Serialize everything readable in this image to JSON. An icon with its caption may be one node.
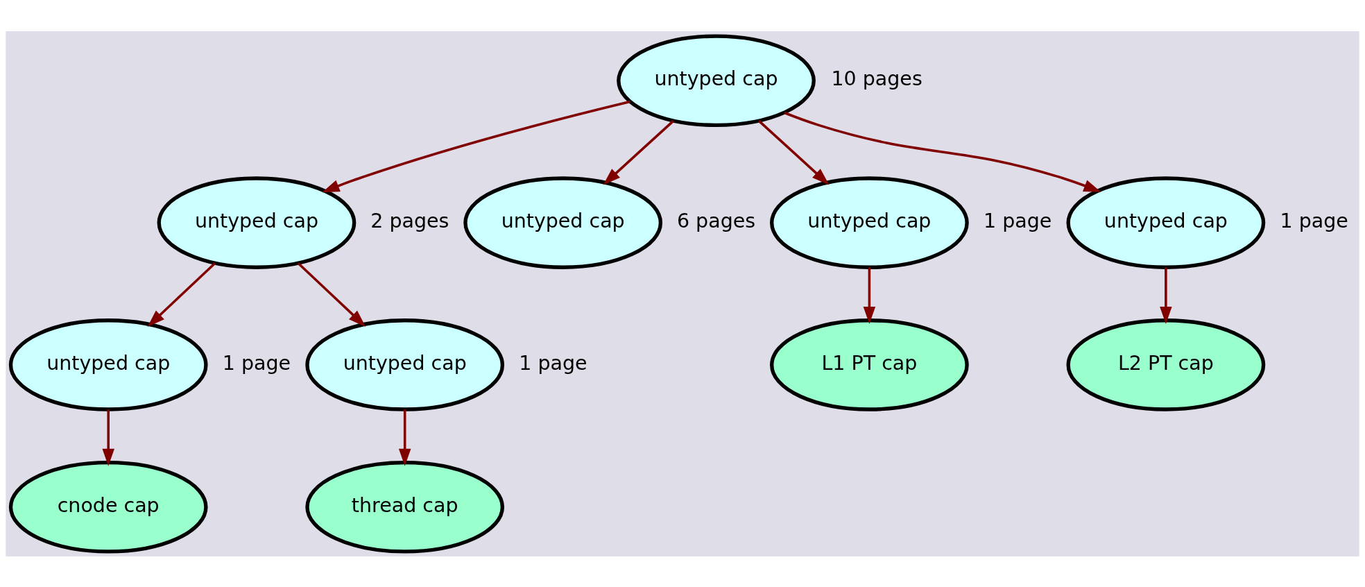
{
  "diagram": {
    "nodes": [
      {
        "text": [
          "untyped cap"
        ],
        "beside": [
          "10 pages"
        ]
      },
      {
        "text": [
          "untyped cap"
        ],
        "beside": [
          "2 pages"
        ]
      },
      {
        "text": [
          "untyped cap"
        ],
        "beside": [
          "6 pages"
        ]
      },
      {
        "text": [
          "untyped cap"
        ],
        "beside": [
          "1 page"
        ]
      },
      {
        "text": [
          "untyped cap"
        ],
        "beside": [
          "1 page"
        ]
      },
      {
        "text": [
          "untyped cap"
        ],
        "beside": [
          "1 page"
        ]
      },
      {
        "text": [
          "untyped cap"
        ],
        "beside": [
          "1 page"
        ]
      },
      {
        "text": [
          "L1 PT cap"
        ]
      },
      {
        "text": [
          "L2 PT cap"
        ]
      },
      {
        "text": [
          "cnode cap"
        ]
      },
      {
        "text": [
          "thread cap"
        ]
      }
    ],
    "edges": [
      {
        "from": 0,
        "to": 1,
        "arrow": "to"
      },
      {
        "from": 0,
        "to": 2,
        "arrow": "to"
      },
      {
        "from": 0,
        "to": 3,
        "arrow": "to"
      },
      {
        "from": 0,
        "to": 4,
        "arrow": "to"
      },
      {
        "from": 1,
        "to": 5,
        "arrow": "to"
      },
      {
        "from": 1,
        "to": 6,
        "arrow": "to"
      },
      {
        "from": 3,
        "to": 7,
        "arrow": "to"
      },
      {
        "from": 4,
        "to": 8,
        "arrow": "to"
      },
      {
        "from": 5,
        "to": 9,
        "arrow": "to"
      },
      {
        "from": 6,
        "to": 10,
        "arrow": "to"
      }
    ]
  }
}
